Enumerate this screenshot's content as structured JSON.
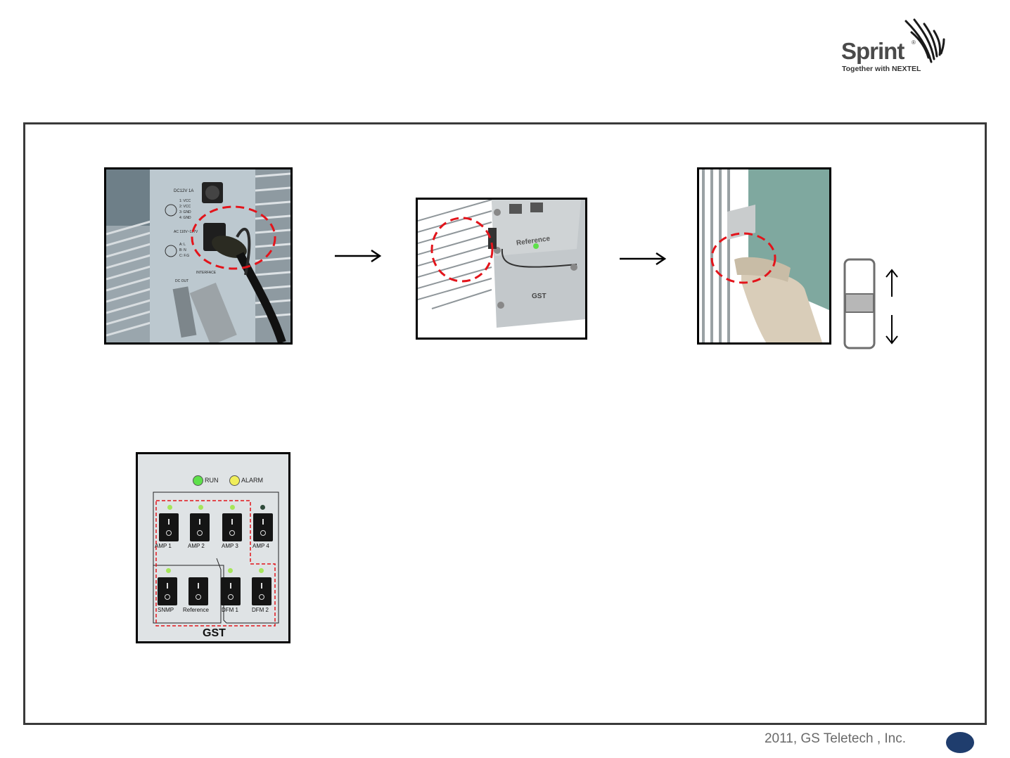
{
  "header": {
    "logo_word": "Sprint",
    "logo_mark": "®",
    "logo_tagline": "Together with NEXTEL"
  },
  "photos": {
    "connector": {
      "panel_label_dc": "DC12V 1A",
      "pins_dc": [
        "1: VCC",
        "2: VCC",
        "3: GND",
        "4: GND"
      ],
      "panel_label_ac": "AC 110V~127V",
      "pins_ac": [
        "A: L",
        "B: N",
        "C: F.G"
      ],
      "port_dc_out": "DC OUT",
      "port_interface": "INTERFACE"
    },
    "reference": {
      "module_label": "Reference",
      "brand": "GST"
    },
    "power_panel": {
      "led_run": "RUN",
      "led_alarm": "ALARM",
      "switches": [
        "AMP 1",
        "AMP 2",
        "AMP 3",
        "AMP 4",
        "SNMP",
        "Reference",
        "DFM 1",
        "DFM 2"
      ],
      "brand": "GST"
    }
  },
  "footer": {
    "copyright": "2011, GS Teletech , Inc."
  },
  "colors": {
    "highlight": "#e3141b",
    "frame": "#3a3a3a",
    "page_dot": "#1f3d6d",
    "led_green": "#5ee04a",
    "led_yellow": "#f0ee5a"
  }
}
